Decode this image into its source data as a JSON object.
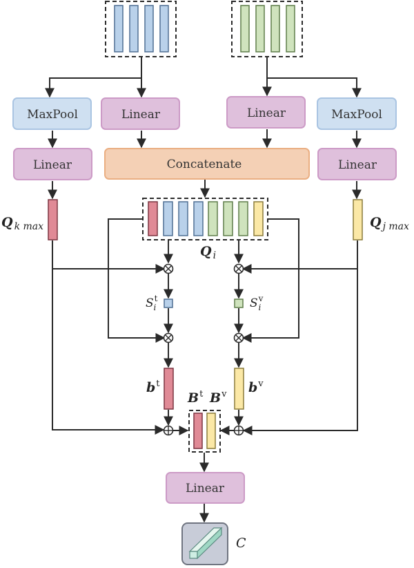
{
  "colors": {
    "blue_fill": "#b9d1ea",
    "blue_stroke": "#7fa3cc",
    "green_fill": "#cfe3bd",
    "green_stroke": "#8fb37a",
    "purple_fill": "#e1bfdd",
    "purple_stroke": "#c893c2",
    "orange_fill": "#f5ceb0",
    "orange_stroke": "#e7a87a",
    "red_fill": "#e08a96",
    "red_stroke": "#b0505f",
    "yellow_fill": "#fbe8a6",
    "yellow_stroke": "#c9b05a",
    "line": "#2a2a2a",
    "output_fill": "#c8ccd8"
  },
  "blocks": {
    "maxpool_left": "MaxPool",
    "linear_top_left": "Linear",
    "linear_top_right": "Linear",
    "maxpool_right": "MaxPool",
    "linear_left": "Linear",
    "concatenate": "Concatenate",
    "linear_right": "Linear",
    "linear_bottom": "Linear"
  },
  "labels": {
    "q_k_max": {
      "main": "Q",
      "sub": "k max"
    },
    "q_j_max": {
      "main": "Q",
      "sub": "j max"
    },
    "q_i": {
      "main": "Q",
      "sub": "i"
    },
    "s_t": {
      "main": "S",
      "sub": "i",
      "sup": "t"
    },
    "s_v": {
      "main": "S",
      "sub": "i",
      "sup": "v"
    },
    "b_t": {
      "main": "b",
      "sup": "t"
    },
    "b_v": {
      "main": "b",
      "sup": "v"
    },
    "B_t": {
      "main": "B",
      "sup": "t"
    },
    "B_v": {
      "main": "B",
      "sup": "v"
    },
    "output": "C"
  },
  "icons": {
    "multiply": "circled-times-icon",
    "add": "circled-plus-icon",
    "output": "3d-bar-icon"
  }
}
